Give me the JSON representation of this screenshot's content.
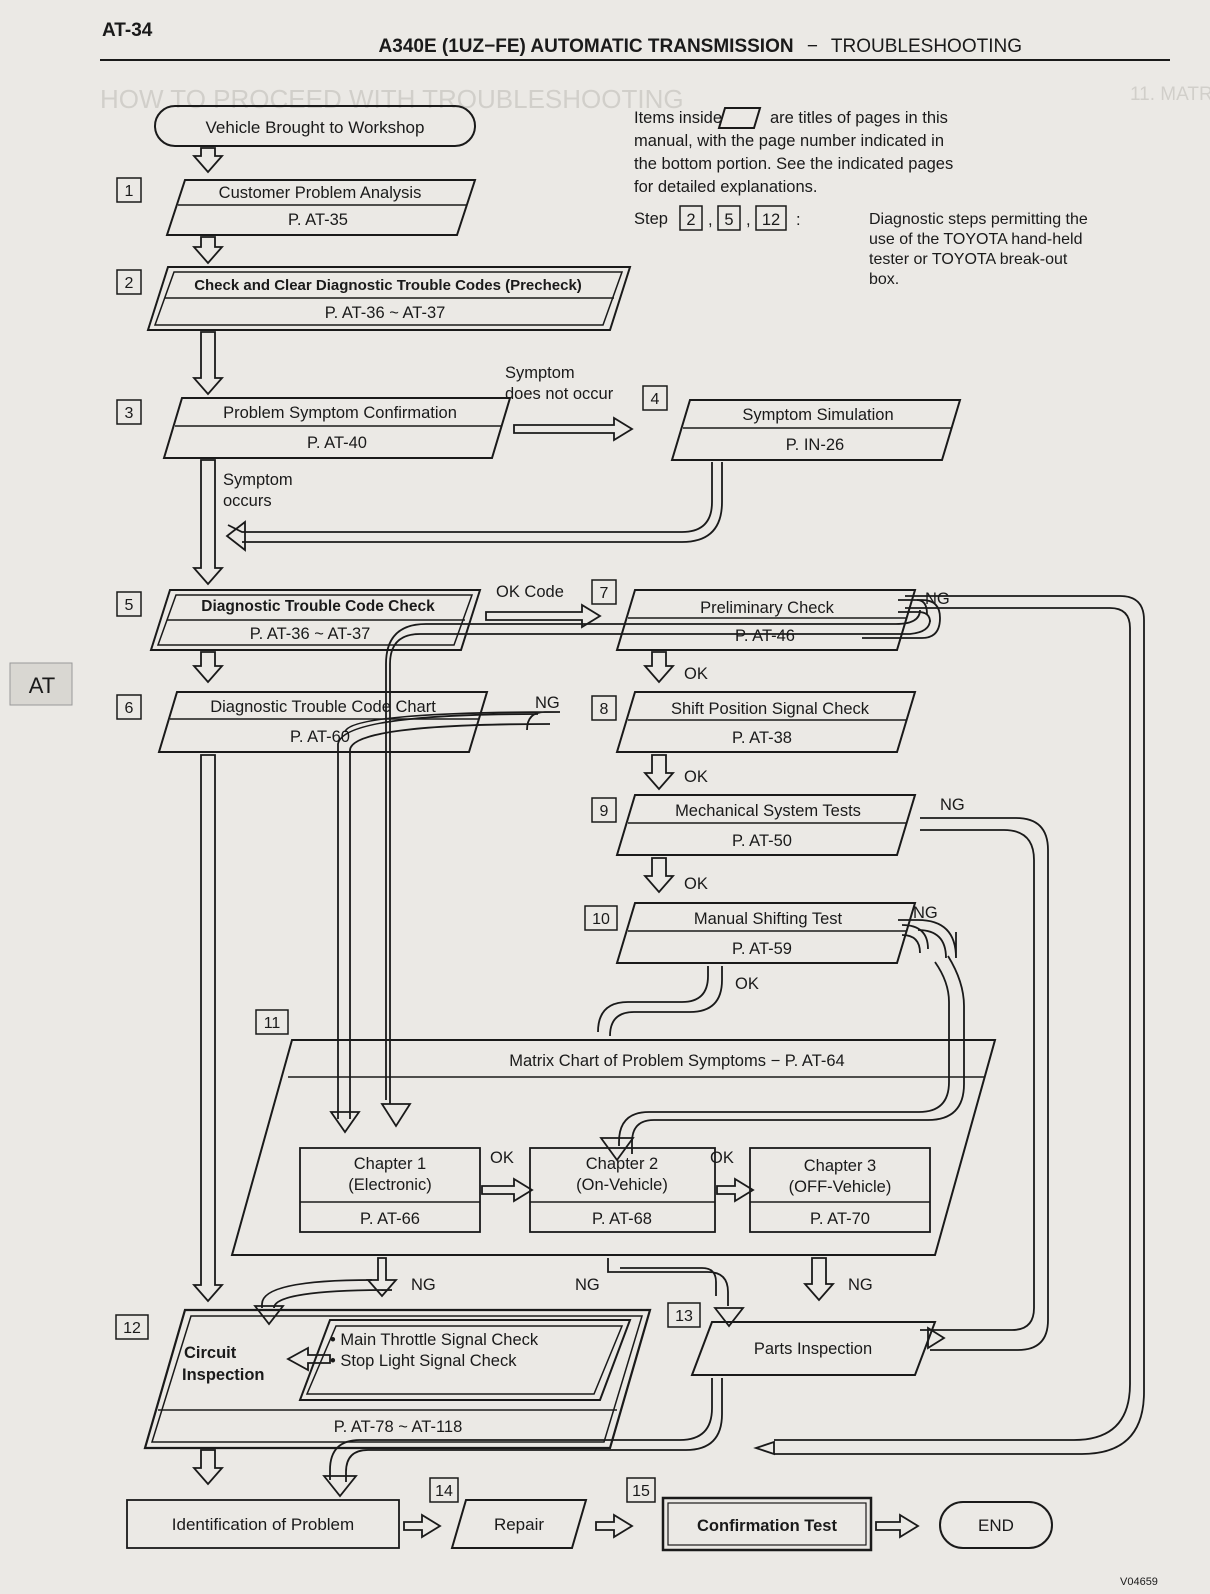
{
  "header": {
    "page_id": "AT-34",
    "title_bold": "A340E (1UZ−FE) AUTOMATIC TRANSMISSION",
    "title_dash": "−",
    "title_section": "TROUBLESHOOTING"
  },
  "side_tab": "AT",
  "figure_code": "V04659",
  "legend": {
    "items_inside_prefix": "Items inside",
    "items_inside_suffix": "are titles of pages in this",
    "line2": "manual, with the page number indicated in",
    "line3": "the bottom portion. See the indicated pages",
    "line4": "for detailed explanations.",
    "step_label": "Step",
    "step_numbers": [
      "2",
      "5",
      "12"
    ],
    "comma": ",",
    "colon": ":",
    "step_desc": [
      "Diagnostic steps permitting the",
      "use of the TOYOTA hand-held",
      "tester or TOYOTA break-out",
      "box."
    ]
  },
  "nodes": {
    "start": "Vehicle Brought to Workshop",
    "s1": {
      "num": "1",
      "title": "Customer Problem Analysis",
      "page": "P. AT-35"
    },
    "s2": {
      "num": "2",
      "title": "Check and Clear Diagnostic Trouble Codes (Precheck)",
      "page": "P. AT-36 ~ AT-37"
    },
    "s3": {
      "num": "3",
      "title": "Problem Symptom Confirmation",
      "page": "P. AT-40"
    },
    "s4": {
      "num": "4",
      "title": "Symptom Simulation",
      "page": "P. IN-26"
    },
    "s5": {
      "num": "5",
      "title": "Diagnostic Trouble Code Check",
      "page": "P. AT-36 ~ AT-37"
    },
    "s6": {
      "num": "6",
      "title": "Diagnostic Trouble Code Chart",
      "page": "P. AT-60"
    },
    "s7": {
      "num": "7",
      "title": "Preliminary Check",
      "page": "P. AT-46"
    },
    "s8": {
      "num": "8",
      "title": "Shift Position Signal Check",
      "page": "P. AT-38"
    },
    "s9": {
      "num": "9",
      "title": "Mechanical System Tests",
      "page": "P. AT-50"
    },
    "s10": {
      "num": "10",
      "title": "Manual Shifting Test",
      "page": "P. AT-59"
    },
    "s11": {
      "num": "11",
      "title": "Matrix Chart of Problem Symptoms − P. AT-64"
    },
    "ch1": {
      "title": "Chapter 1",
      "sub": "(Electronic)",
      "page": "P. AT-66"
    },
    "ch2": {
      "title": "Chapter 2",
      "sub": "(On-Vehicle)",
      "page": "P. AT-68"
    },
    "ch3": {
      "title": "Chapter 3",
      "sub": "(OFF-Vehicle)",
      "page": "P. AT-70"
    },
    "s12": {
      "num": "12",
      "title1": "Circuit",
      "title2": "Inspection",
      "page": "P. AT-78 ~ AT-118"
    },
    "s12_sub": {
      "item1": "•  Main Throttle Signal Check",
      "item2": "•  Stop Light Signal Check"
    },
    "s13": {
      "num": "13",
      "title": "Parts Inspection"
    },
    "ident": "Identification of Problem",
    "s14": {
      "num": "14",
      "title": "Repair"
    },
    "s15": {
      "num": "15",
      "title": "Confirmation Test"
    },
    "end": "END"
  },
  "labels": {
    "symptom_not1": "Symptom",
    "symptom_not2": "does not occur",
    "symptom_occ1": "Symptom",
    "symptom_occ2": "occurs",
    "ok_code": "OK Code",
    "ok": "OK",
    "ng": "NG"
  },
  "colors": {
    "ink": "#1a1a1a",
    "paper": "#ebe9e5"
  }
}
